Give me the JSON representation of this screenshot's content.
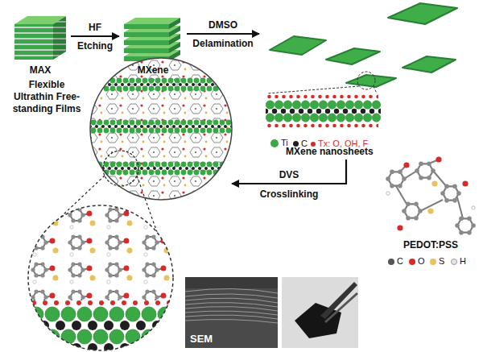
{
  "diagram": {
    "nodes": [
      {
        "text": [
          "MAX"
        ]
      },
      {
        "text": [
          "MXene"
        ]
      },
      {
        "text": [
          "MXene nanosheets"
        ]
      },
      {
        "text": [
          "Flexible Ultrathin Free-standing Films"
        ]
      }
    ],
    "edges": [
      {
        "from": 0,
        "to": 1,
        "arrow": "to",
        "label": "HF"
      },
      {
        "from": 1,
        "to": 2,
        "arrow": "to",
        "label": "DMSO"
      },
      {
        "from": 2,
        "to": 3,
        "arrow": "to",
        "label": "DVS"
      }
    ],
    "labels": [
      "Etching",
      "Delamination",
      "Crosslinking",
      "PEDOT:PSS",
      "SEM"
    ],
    "legend": [
      {
        "text": "Ti",
        "color": "#3aa845"
      },
      {
        "text": "C",
        "color": "#1e1e1e"
      },
      {
        "text": "Tx: O, OH, F",
        "color": "#d62b2b"
      },
      {
        "text": "C",
        "color": "#555555"
      },
      {
        "text": "O",
        "color": "#d62b2b"
      },
      {
        "text": "S",
        "color": "#e6c35c"
      },
      {
        "text": "H",
        "color": "#e4e4e4"
      }
    ]
  }
}
